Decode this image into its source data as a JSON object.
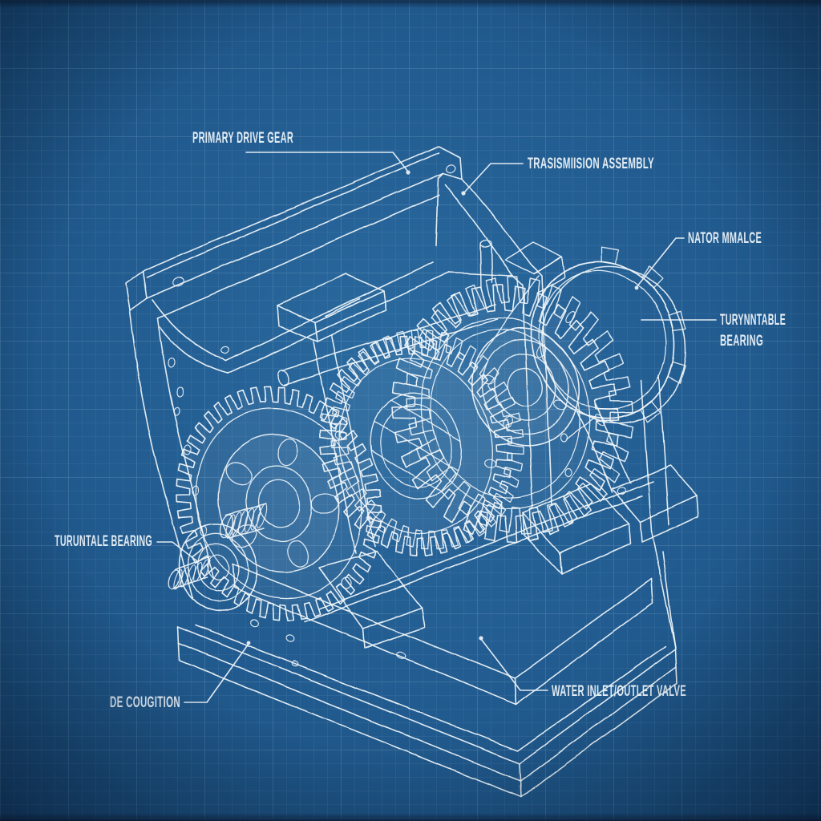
{
  "colors": {
    "background_center": "#2b6ba0",
    "background_mid": "#215a8e",
    "background_edge": "#174872",
    "grid_line": "#bedcf5",
    "line_art": "#f0f6fa",
    "label_text": "#edf4f9"
  },
  "labels": [
    {
      "id": "primary-drive-gear",
      "text": "PRIMARY DRIVE GEAR"
    },
    {
      "id": "transmission-assembly",
      "text": "TRASISMIISION ASSEMBLY"
    },
    {
      "id": "nator-mmalce",
      "text": "NATOR MMALCE"
    },
    {
      "id": "turynntable-bearing",
      "text": "TURYNNTABLE",
      "text2": "BEARING"
    },
    {
      "id": "turuntale-bearing",
      "text": "TURUNTALE BEARING"
    },
    {
      "id": "de-cougition",
      "text": "DE COUGITION"
    },
    {
      "id": "water-inlet-outlet",
      "text": "WATER INLET/OUTLET VALVE"
    }
  ]
}
